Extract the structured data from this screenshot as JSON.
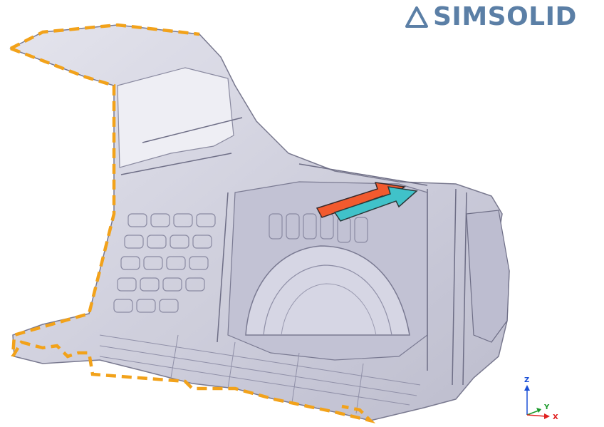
{
  "logo": {
    "text": "SIMSOLID",
    "color": "#5b7fa6"
  },
  "viewport": {
    "model_fill": "#c9c9d9",
    "model_edge": "#6e6e86",
    "boundary_color": "#f2a21a",
    "load_arrows": [
      {
        "name": "red-arrow",
        "color": "#f25a2e"
      },
      {
        "name": "cyan-arrow",
        "color": "#40c2c9"
      }
    ]
  },
  "triad": {
    "z_label": "Z",
    "y_label": "Y",
    "x_label": "X",
    "z_color": "#1a4fd6",
    "y_color": "#1a9a2a",
    "x_color": "#e02020"
  }
}
